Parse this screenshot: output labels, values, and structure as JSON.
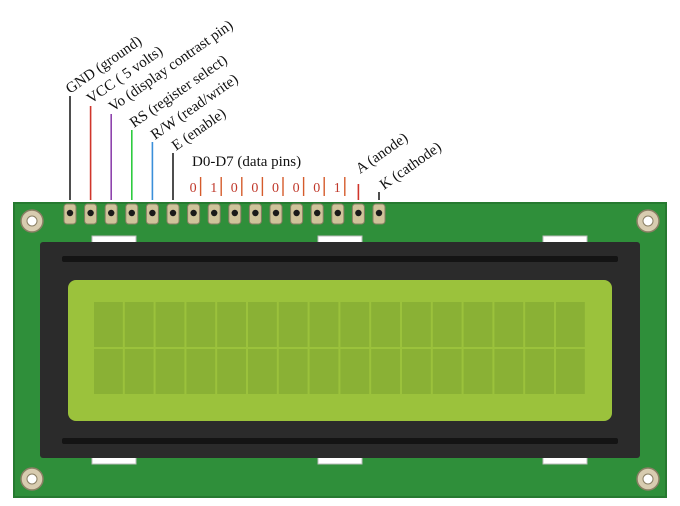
{
  "pin_labels": {
    "gnd": "GND (ground)",
    "vcc": "VCC ( 5 volts)",
    "vo": "Vo (display contrast pin)",
    "rs": "RS (register select)",
    "rw": "R/W (read/write)",
    "e": "E (enable)",
    "data": "D0-D7 (data pins)",
    "anode": "A (anode)",
    "cathode": "K (cathode)"
  },
  "data_bits": [
    "0",
    "1",
    "0",
    "0",
    "0",
    "0",
    "0",
    "1"
  ],
  "colors": {
    "pcb": "#2f8f3a",
    "pcb_dark": "#267a30",
    "bezel": "#2b2b2b",
    "lcd": "#9bc23c",
    "cell": "#8ab135",
    "pin_gold": "#cfc39a",
    "wire_gnd": "#222222",
    "wire_vcc": "#d0352b",
    "wire_vo": "#8e44ad",
    "wire_rs": "#2ecc40",
    "wire_rw": "#3a8fd9",
    "wire_e": "#222222",
    "wire_data": "#d55b2b",
    "wire_anode": "#d0352b",
    "wire_cathode": "#222222"
  },
  "display": {
    "rows": 2,
    "columns": 16
  }
}
